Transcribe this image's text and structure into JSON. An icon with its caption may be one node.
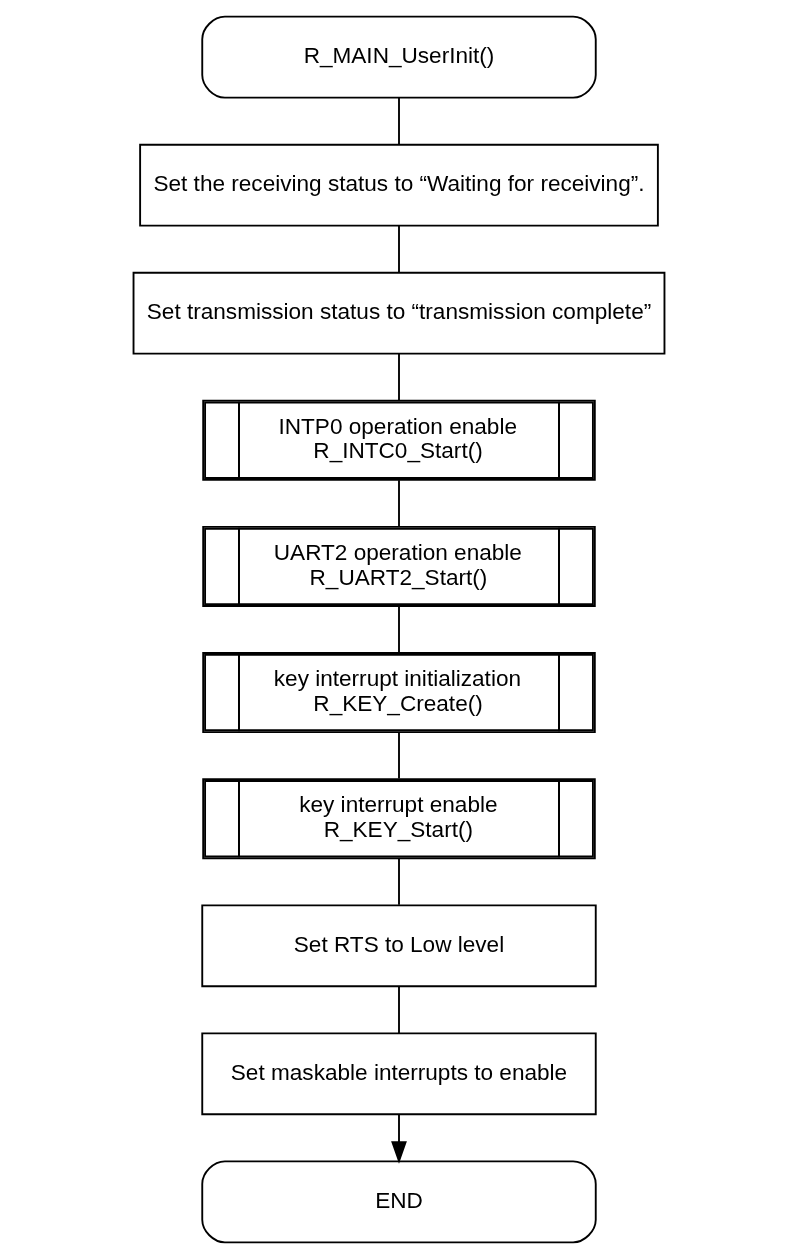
{
  "diagram": {
    "nodes": [
      {
        "text": [
          "R_MAIN_UserInit()"
        ]
      },
      {
        "text": [
          "Set the receiving status to “Waiting for receiving”."
        ]
      },
      {
        "text": [
          "Set transmission status to “transmission complete”"
        ]
      },
      {
        "text": [
          "INTP0 operation enable",
          "R_INTC0_Start()"
        ]
      },
      {
        "text": [
          "UART2 operation enable",
          "R_UART2_Start()"
        ]
      },
      {
        "text": [
          "key interrupt initialization",
          "R_KEY_Create()"
        ]
      },
      {
        "text": [
          "key interrupt enable",
          "R_KEY_Start()"
        ]
      },
      {
        "text": [
          "Set RTS to Low level"
        ]
      },
      {
        "text": [
          "Set maskable interrupts to enable"
        ]
      },
      {
        "text": [
          "END"
        ]
      }
    ],
    "edges": [
      {
        "from": 0,
        "to": 1,
        "arrow": "none"
      },
      {
        "from": 1,
        "to": 2,
        "arrow": "none"
      },
      {
        "from": 2,
        "to": 3,
        "arrow": "none"
      },
      {
        "from": 3,
        "to": 4,
        "arrow": "none"
      },
      {
        "from": 4,
        "to": 5,
        "arrow": "none"
      },
      {
        "from": 5,
        "to": 6,
        "arrow": "none"
      },
      {
        "from": 6,
        "to": 7,
        "arrow": "none"
      },
      {
        "from": 7,
        "to": 8,
        "arrow": "none"
      },
      {
        "from": 8,
        "to": 9,
        "arrow": "to"
      }
    ]
  }
}
